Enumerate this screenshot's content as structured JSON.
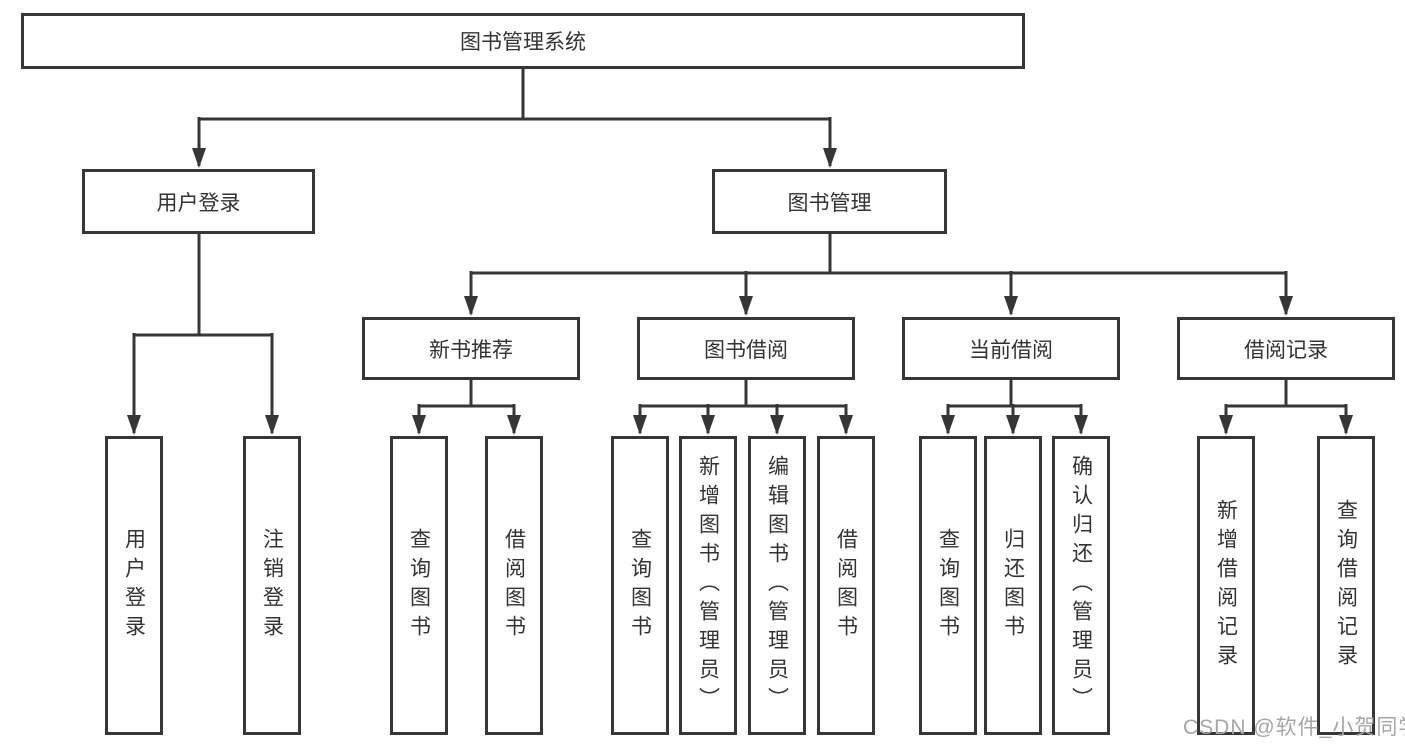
{
  "diagram": {
    "root": {
      "label": "图书管理系统"
    },
    "level2": {
      "user_login": {
        "label": "用户登录"
      },
      "book_mgmt": {
        "label": "图书管理"
      }
    },
    "level3": {
      "new_book_rec": {
        "label": "新书推荐"
      },
      "book_borrow": {
        "label": "图书借阅"
      },
      "current_borrow": {
        "label": "当前借阅"
      },
      "borrow_record": {
        "label": "借阅记录"
      }
    },
    "leaves": [
      {
        "label": "用户登录"
      },
      {
        "label": "注销登录"
      },
      {
        "label": "查询图书"
      },
      {
        "label": "借阅图书"
      },
      {
        "label": "查询图书"
      },
      {
        "label": "新增图书（管理员）"
      },
      {
        "label": "编辑图书（管理员）"
      },
      {
        "label": "借阅图书"
      },
      {
        "label": "查询图书"
      },
      {
        "label": "归还图书"
      },
      {
        "label": "确认归还（管理员）"
      },
      {
        "label": "新增借阅记录"
      },
      {
        "label": "查询借阅记录"
      }
    ]
  },
  "watermark": {
    "text": "CSDN @软件_小贺同学"
  },
  "colors": {
    "line": "#363636",
    "text": "#333333",
    "watermark": "#a6a6a6",
    "background": "#ffffff"
  }
}
